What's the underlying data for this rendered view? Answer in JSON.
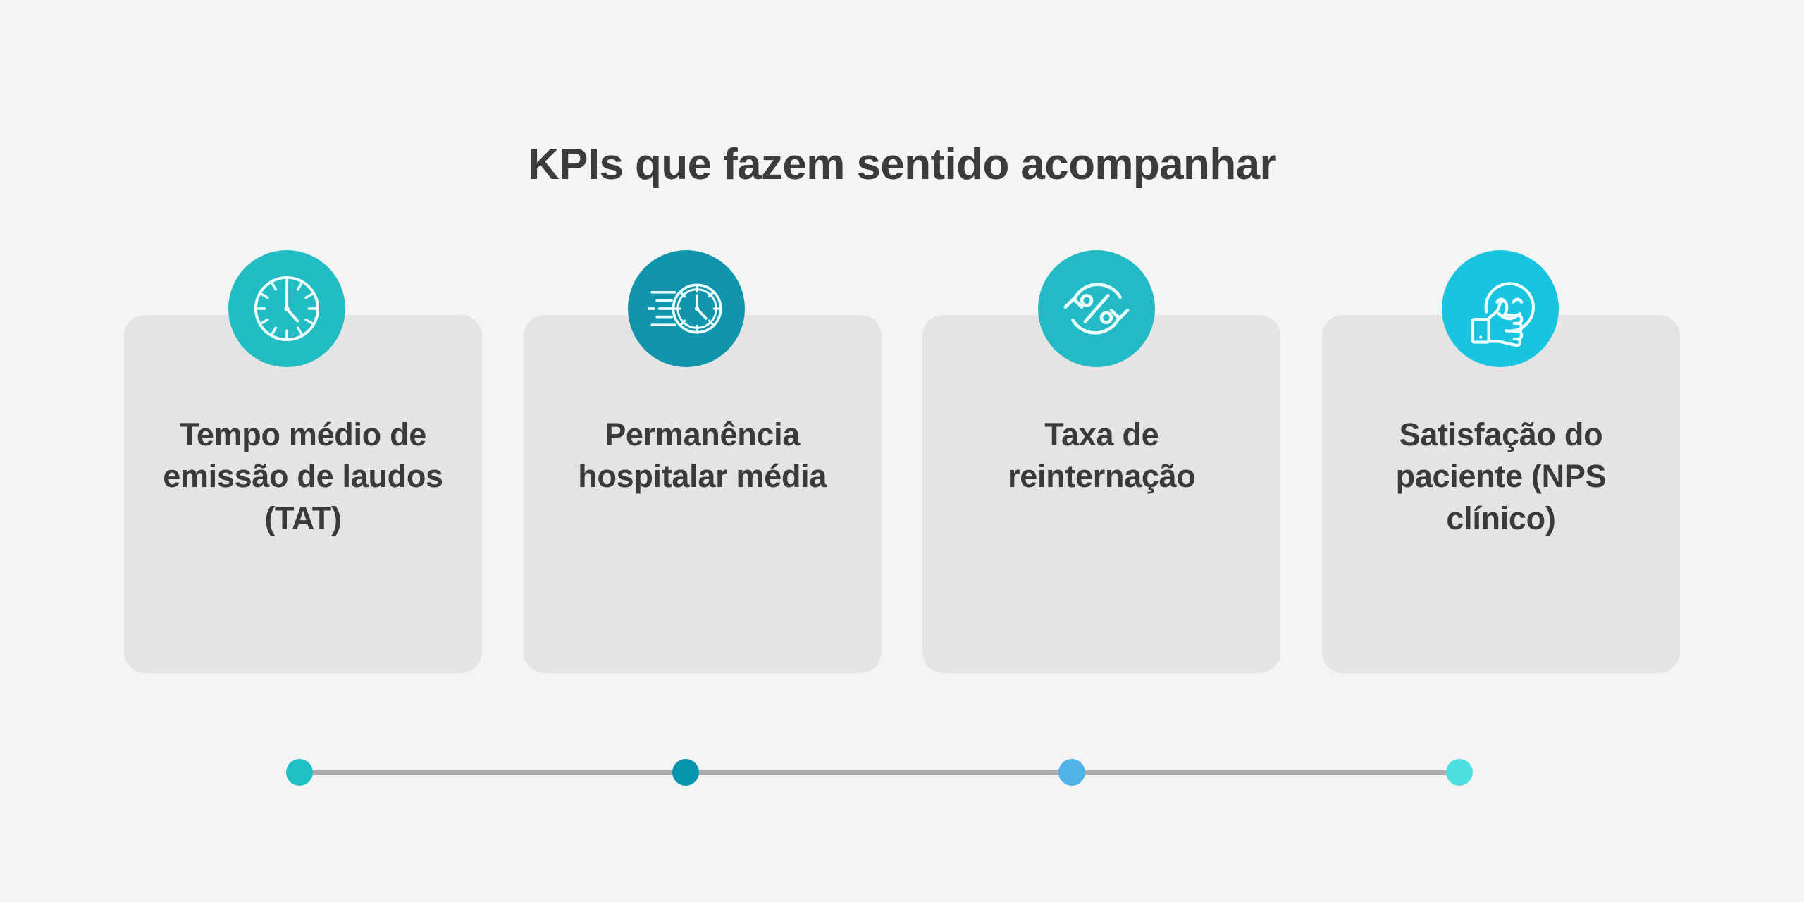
{
  "page": {
    "background_color": "#f4f4f4",
    "title": "KPIs que fazem sentido acompanhar",
    "title_color": "#3b3b3b"
  },
  "cards": [
    {
      "label": "Tempo médio de emissão de laudos (TAT)",
      "icon_name": "clock-icon",
      "badge_color": "#22bcc4",
      "card_color": "#e4e4e4",
      "text_color": "#3a3a3a"
    },
    {
      "label": "Permanência hospitalar média",
      "icon_name": "fast-clock-icon",
      "badge_color": "#1095ac",
      "card_color": "#e4e4e4",
      "text_color": "#3a3a3a"
    },
    {
      "label": "Taxa de reinternação",
      "icon_name": "percent-refresh-icon",
      "badge_color": "#22bac4",
      "card_color": "#e4e4e4",
      "text_color": "#3a3a3a"
    },
    {
      "label": "Satisfação do paciente (NPS clínico)",
      "icon_name": "thumbs-up-smiley-icon",
      "badge_color": "#18c4e0",
      "card_color": "#e4e4e4",
      "text_color": "#3a3a3a"
    }
  ],
  "timeline": {
    "line_color": "#ababab",
    "dots": [
      {
        "color": "#1fbfc6"
      },
      {
        "color": "#0596ae"
      },
      {
        "color": "#4fb3e8"
      },
      {
        "color": "#4ee0e0"
      }
    ]
  }
}
